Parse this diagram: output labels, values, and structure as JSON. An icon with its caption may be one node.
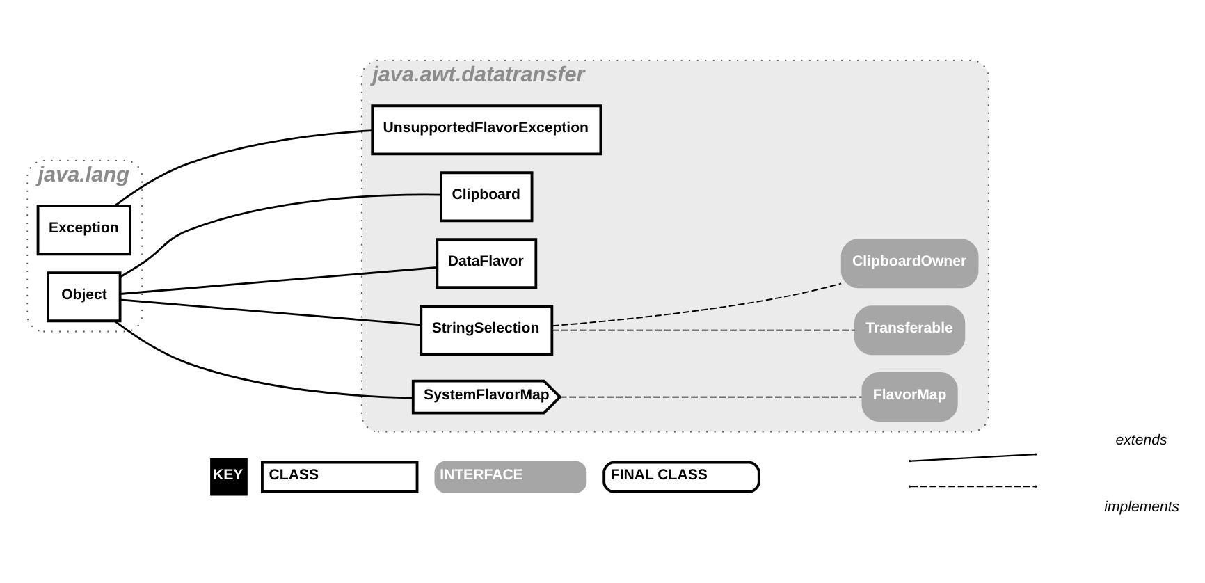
{
  "diagram": {
    "nodes": [
      {
        "text": [
          "java.lang"
        ]
      },
      {
        "text": [
          "java.awt.datatransfer"
        ]
      },
      {
        "text": [
          "Object"
        ],
        "in": 0
      },
      {
        "text": [
          "Exception"
        ],
        "in": 0
      },
      {
        "text": [
          "Clipboard"
        ],
        "in": 1
      },
      {
        "text": [
          "DataFlavor"
        ],
        "in": 1
      },
      {
        "text": [
          "StringSelection"
        ],
        "in": 1
      },
      {
        "text": [
          "SystemFlavorMap"
        ],
        "in": 1
      },
      {
        "text": [
          "UnsupportedFlavorException"
        ],
        "in": 1
      },
      {
        "text": [
          "ClipboardOwner"
        ],
        "in": 1
      },
      {
        "text": [
          "Transferable"
        ],
        "in": 1
      },
      {
        "text": [
          "FlavorMap"
        ],
        "in": 1
      }
    ],
    "edges": [
      {
        "from": 2,
        "to": 4,
        "arrow": "none"
      },
      {
        "from": 2,
        "to": 5,
        "arrow": "none"
      },
      {
        "from": 2,
        "to": 6,
        "arrow": "none"
      },
      {
        "from": 2,
        "to": 7,
        "arrow": "none"
      },
      {
        "from": 3,
        "to": 8,
        "arrow": "none"
      },
      {
        "from": 6,
        "to": 9,
        "arrow": "none",
        "style": "dashed"
      },
      {
        "from": 6,
        "to": 10,
        "arrow": "none",
        "style": "dashed"
      },
      {
        "from": 7,
        "to": 11,
        "arrow": "none",
        "style": "dashed"
      }
    ],
    "labels": [
      "KEY"
    ],
    "legend": [
      {
        "text": "CLASS"
      },
      {
        "text": "INTERFACE"
      },
      {
        "text": "FINAL CLASS"
      },
      {
        "text": "extends"
      },
      {
        "text": "implements"
      }
    ]
  }
}
